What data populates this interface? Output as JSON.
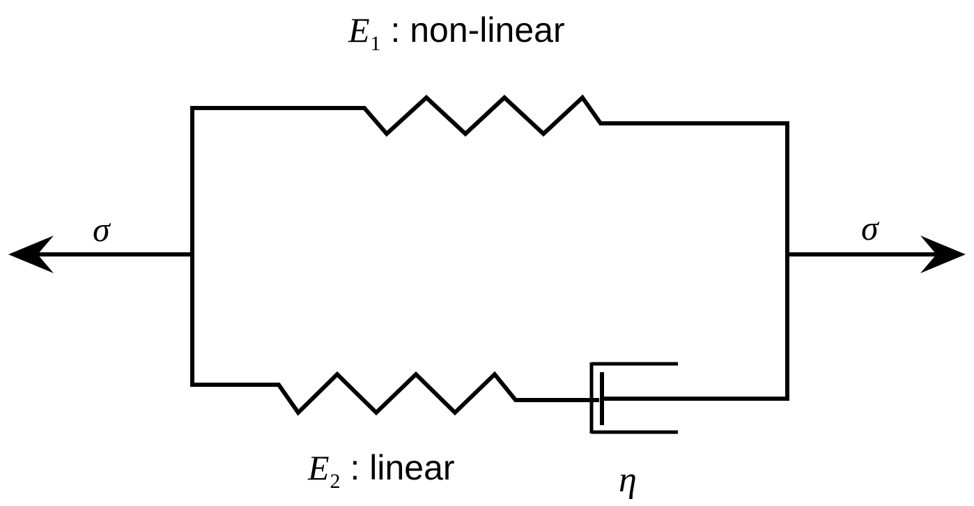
{
  "diagram": {
    "elements": {
      "spring_top": {
        "symbol": "E",
        "subscript": "1",
        "separator": " : ",
        "description": "non-linear"
      },
      "spring_bottom": {
        "symbol": "E",
        "subscript": "2",
        "separator": " : ",
        "description": "linear"
      },
      "dashpot": {
        "symbol": "η"
      }
    },
    "load": {
      "left": "σ",
      "right": "σ"
    },
    "colors": {
      "line": "#000000",
      "background": "#ffffff"
    }
  }
}
